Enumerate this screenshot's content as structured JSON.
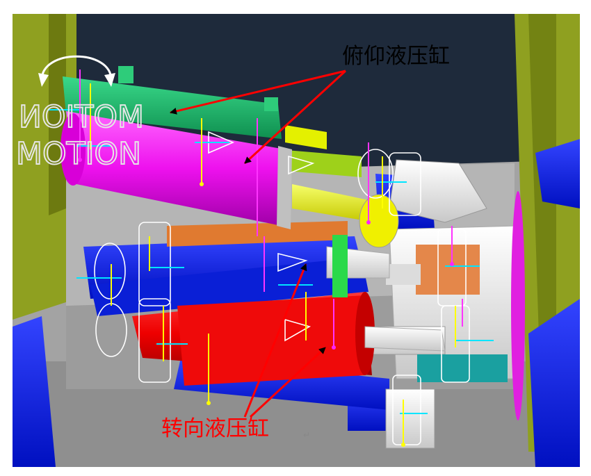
{
  "labels": {
    "pitch_cylinder": "俯仰液压缸",
    "steering_cylinder": "转向液压缸",
    "watermark_top": "MOTION",
    "watermark_bottom": "MOTION"
  },
  "colors": {
    "pitch_label": "#000000",
    "steering_label": "#ff0000",
    "arrow": "#ff0000",
    "background_sky": "#1f2a3a",
    "floor": "#9a9a9a",
    "frame_olive": "#8a9a1a",
    "pitch_cylinder_magenta": "#ff22ff",
    "pitch_cylinder_green": "#1fbf6f",
    "steering_cylinder_red": "#ff1010",
    "cylinder_blue": "#1d2fff",
    "motion_wireframe": "#ffffff"
  },
  "icons": [
    "rotate-arrow-icon",
    "axis-gizmo-icon",
    "joint-wireframe-icon"
  ]
}
